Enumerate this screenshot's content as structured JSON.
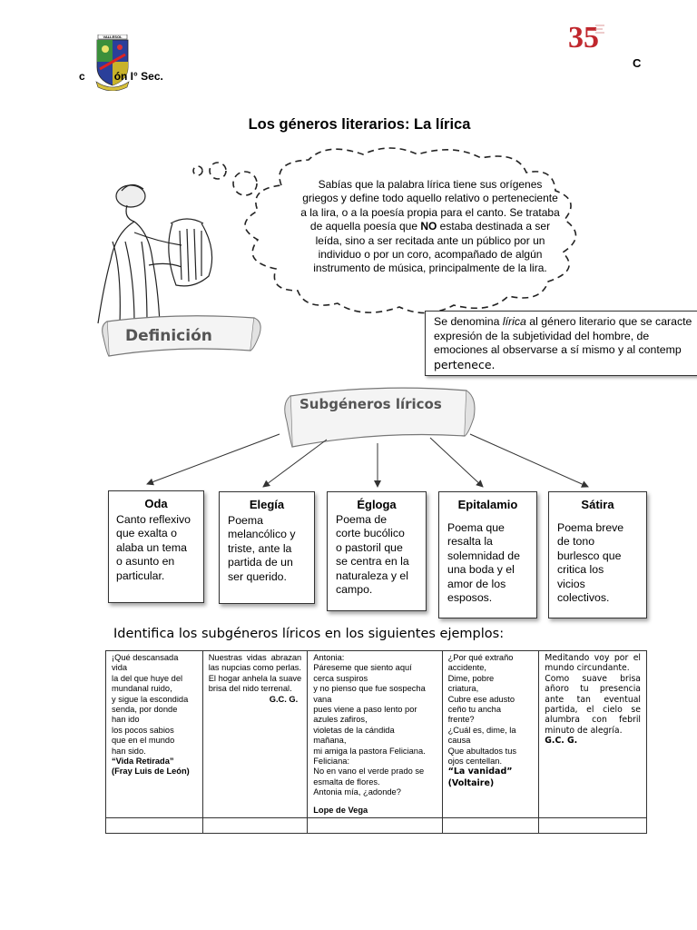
{
  "header": {
    "left_prefix": "c",
    "left_suffix": "ón I° Sec.",
    "right_letter": "C",
    "crest_text": "VALLESOL",
    "logo_number": "35"
  },
  "title": "Los géneros literarios: La lírica",
  "cloud": {
    "text_before": "Sabías que la palabra lírica tiene sus orígenes griegos y define todo aquello relativo o perteneciente a la lira, o a la poesía propia para el canto. Se trataba de aquella poesía que ",
    "text_bold": "NO",
    "text_after": " estaba destinada a ser leída, sino a ser recitada ante un público por un individuo o por un coro, acompañado de algún instrumento de música, principalmente de la lira."
  },
  "definition_label": "Definición",
  "definition": {
    "line1_before": "Se denomina ",
    "line1_italic": "lírica",
    "line1_after": " al género literario que se caracte",
    "line2": "expresión de la subjetividad del hombre, de",
    "line3": "emociones al observarse a sí mismo y al contemp",
    "line4": "pertenece."
  },
  "subgenres_label": "Subgéneros líricos",
  "subgenres": [
    {
      "title": "Oda",
      "desc": [
        "Canto reflexivo",
        "que exalta o",
        "alaba un tema",
        "o asunto en",
        "particular."
      ]
    },
    {
      "title": "Elegía",
      "desc": [
        "Poema",
        "melancólico y",
        "triste, ante la",
        "partida de un",
        "ser querido."
      ]
    },
    {
      "title": "Égloga",
      "desc": [
        "Poema de",
        "corte bucólico",
        "o pastoril que",
        "se centra en la",
        "naturaleza y el",
        "campo."
      ]
    },
    {
      "title": "Epitalamio",
      "desc": [
        "Poema que",
        "resalta la",
        "solemnidad de",
        "una boda y el",
        "amor de los",
        "esposos."
      ]
    },
    {
      "title": "Sátira",
      "desc": [
        "Poema breve",
        "de tono",
        "burlesco que",
        "critica los",
        "vicios",
        "colectivos."
      ]
    }
  ],
  "instruction": "Identifica los subgéneros líricos en los siguientes ejemplos:",
  "examples": {
    "col1": {
      "lines": [
        "¡Qué descansada",
        "vida",
        "la del que huye del",
        "mundanal ruido,",
        "y sigue la escondida",
        "senda, por donde",
        "han ido",
        "los pocos sabios",
        "que en el mundo",
        "han sido."
      ],
      "author": "“Vida Retirada” (Fray Luis de León)"
    },
    "col2": {
      "text1": "Nuestras vidas abrazan las nupcias como perlas.",
      "text2": "El hogar anhela la suave brisa del nido terrenal.",
      "author": "G.C. G."
    },
    "col3": {
      "lines": [
        "Antonia:",
        "Páreseme que siento aquí",
        "cerca suspiros",
        "y no pienso que fue sospecha",
        "vana",
        "pues viene a paso lento por",
        "azules zafiros,",
        "violetas de la cándida",
        "mañana,",
        "mi amiga la pastora Feliciana.",
        "Feliciana:",
        "No en vano el verde prado se",
        "esmalta de flores.",
        "Antonia mía, ¿adonde?"
      ],
      "author": "Lope de Vega"
    },
    "col4": {
      "lines": [
        "¿Por qué extraño",
        "accidente,",
        "Dime, pobre",
        "criatura,",
        "Cubre ese adusto",
        "ceño tu ancha",
        "frente?",
        "¿Cuál es, dime, la",
        "causa",
        "Que abultados tus",
        "ojos centellan."
      ],
      "author": "“La vanidad” (Voltaire)"
    },
    "col5": {
      "text1": "Meditando voy por el mundo circundante.",
      "text2": "Como suave brisa añoro tu presencia ante tan eventual partida, el cielo se alumbra con febril minuto de alegría.",
      "author": "G.C. G."
    }
  }
}
